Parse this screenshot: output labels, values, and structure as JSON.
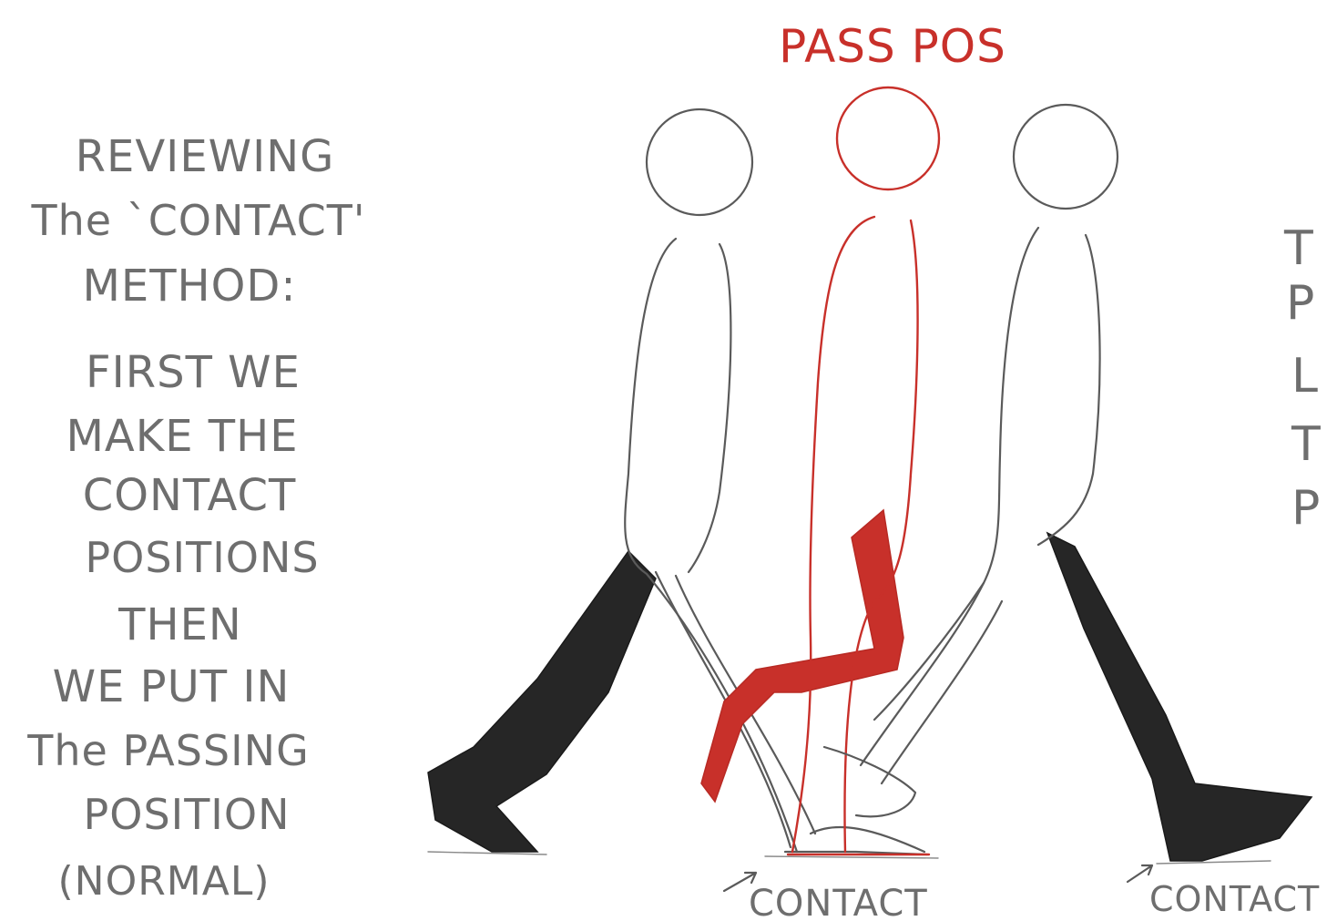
{
  "title": "PASS POS",
  "left_text": {
    "lines": [
      "REVIEWING",
      "The `CONTACT'",
      "METHOD:",
      "FIRST WE",
      "MAKE THE",
      "CONTACT",
      "POSITIONS",
      "THEN",
      "WE PUT IN",
      "The PASSING",
      "POSITION",
      "(NORMAL)"
    ]
  },
  "right_cut_text": {
    "lines": [
      "T",
      "P",
      "L",
      "T",
      "P"
    ]
  },
  "labels": {
    "contact_left": "CONTACT",
    "contact_right": "CONTACT"
  },
  "colors": {
    "pencil": "#5a5a5a",
    "red": "#c8302a",
    "dark": "#262626"
  }
}
